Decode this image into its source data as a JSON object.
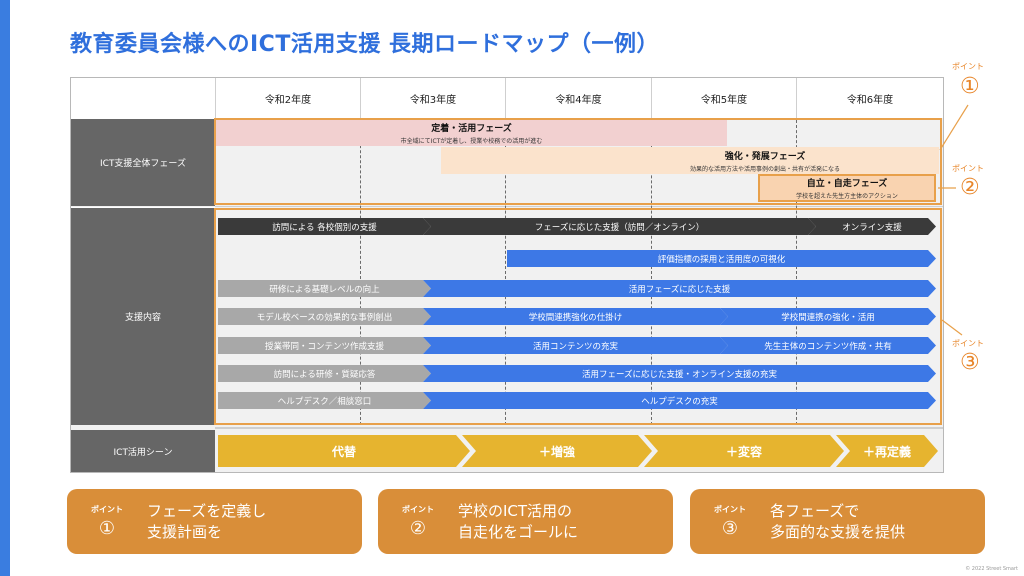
{
  "title": "教育委員会様へのICT活用支援 長期ロードマップ（一例）",
  "years": [
    "令和2年度",
    "令和3年度",
    "令和4年度",
    "令和5年度",
    "令和6年度"
  ],
  "row_labels": {
    "phase": "ICT支援全体フェーズ",
    "content": "支援内容",
    "scene": "ICT活用シーン"
  },
  "phases": [
    {
      "title": "定着・活用フェーズ",
      "sub": "市全域にてICTが定着し、授業や校務での活用が進む",
      "color": "#f2d0d0"
    },
    {
      "title": "強化・発展フェーズ",
      "sub": "効果的な活用方法や活用事例の創出・共有が活発になる",
      "color": "#fbe3cc"
    },
    {
      "title": "自立・自走フェーズ",
      "sub": "学校を超えた先生方主体のアクション",
      "color": "#f9d3b0"
    }
  ],
  "support": {
    "row1": [
      "訪問による 各校個別の支援",
      "フェーズに応じた支援（訪問／オンライン）",
      "オンライン支援"
    ],
    "eval": "評価指標の採用と活用度の可視化",
    "training": [
      "研修による基礎レベルの向上",
      "活用フェーズに応じた支援"
    ],
    "model": [
      "モデル校ベースの効果的な事例創出",
      "学校間連携強化の仕掛け",
      "学校間連携の強化・活用"
    ],
    "contents": [
      "授業帯同・コンテンツ作成支援",
      "活用コンテンツの充実",
      "先生主体のコンテンツ作成・共有"
    ],
    "qa": [
      "訪問による研修・質疑応答",
      "活用フェーズに応じた支援・オンライン支援の充実"
    ],
    "help": [
      "ヘルプデスク／相談窓口",
      "ヘルプデスクの充実"
    ]
  },
  "scenes": [
    "代替",
    "＋増強",
    "＋変容",
    "＋再定義"
  ],
  "point_label": "ポイント",
  "point_nums": [
    "①",
    "②",
    "③"
  ],
  "cards": [
    {
      "label": "ポイント",
      "num": "①",
      "line1": "フェーズを定義し",
      "line2": "支援計画を"
    },
    {
      "label": "ポイント",
      "num": "②",
      "line1": "学校のICT活用の",
      "line2": "自走化をゴールに"
    },
    {
      "label": "ポイント",
      "num": "③",
      "line1": "各フェーズで",
      "line2": "多面的な支援を提供"
    }
  ],
  "copyright": "© 2022 Street Smart"
}
